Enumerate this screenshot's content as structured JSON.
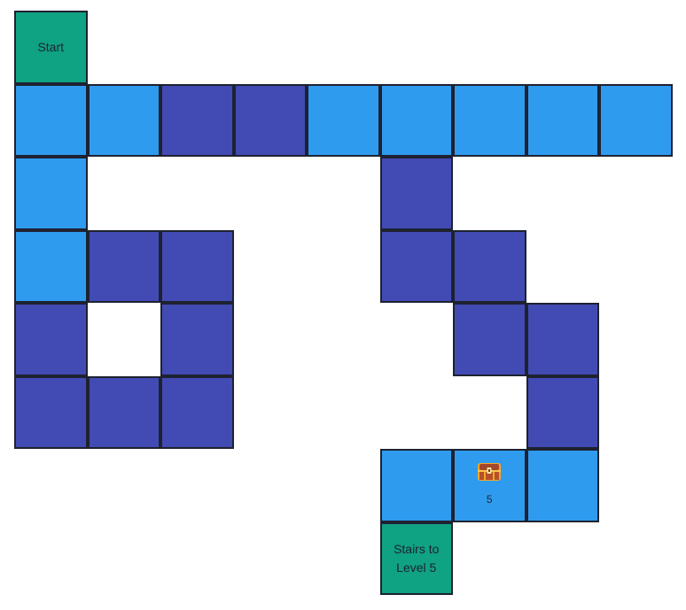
{
  "colors": {
    "light": "#2f9bef",
    "dark": "#424bb3",
    "green": "#0fa283"
  },
  "tiles": [
    {
      "row": 0,
      "col": 0,
      "type": "green",
      "label": "Start"
    },
    {
      "row": 1,
      "col": 0,
      "type": "light"
    },
    {
      "row": 1,
      "col": 1,
      "type": "light"
    },
    {
      "row": 1,
      "col": 2,
      "type": "dark"
    },
    {
      "row": 1,
      "col": 3,
      "type": "dark"
    },
    {
      "row": 1,
      "col": 4,
      "type": "light"
    },
    {
      "row": 1,
      "col": 5,
      "type": "light"
    },
    {
      "row": 1,
      "col": 6,
      "type": "light"
    },
    {
      "row": 1,
      "col": 7,
      "type": "light"
    },
    {
      "row": 1,
      "col": 8,
      "type": "light"
    },
    {
      "row": 2,
      "col": 0,
      "type": "light"
    },
    {
      "row": 2,
      "col": 5,
      "type": "dark"
    },
    {
      "row": 3,
      "col": 0,
      "type": "light"
    },
    {
      "row": 3,
      "col": 1,
      "type": "dark"
    },
    {
      "row": 3,
      "col": 2,
      "type": "dark"
    },
    {
      "row": 3,
      "col": 5,
      "type": "dark"
    },
    {
      "row": 3,
      "col": 6,
      "type": "dark"
    },
    {
      "row": 4,
      "col": 0,
      "type": "dark"
    },
    {
      "row": 4,
      "col": 2,
      "type": "dark"
    },
    {
      "row": 4,
      "col": 6,
      "type": "dark"
    },
    {
      "row": 4,
      "col": 7,
      "type": "dark"
    },
    {
      "row": 5,
      "col": 0,
      "type": "dark"
    },
    {
      "row": 5,
      "col": 1,
      "type": "dark"
    },
    {
      "row": 5,
      "col": 2,
      "type": "dark"
    },
    {
      "row": 5,
      "col": 7,
      "type": "dark"
    },
    {
      "row": 6,
      "col": 5,
      "type": "light"
    },
    {
      "row": 6,
      "col": 6,
      "type": "light",
      "icon": "treasure-chest-icon",
      "count": "5"
    },
    {
      "row": 6,
      "col": 7,
      "type": "light"
    },
    {
      "row": 7,
      "col": 5,
      "type": "green",
      "label": "Stairs to Level 5"
    }
  ]
}
